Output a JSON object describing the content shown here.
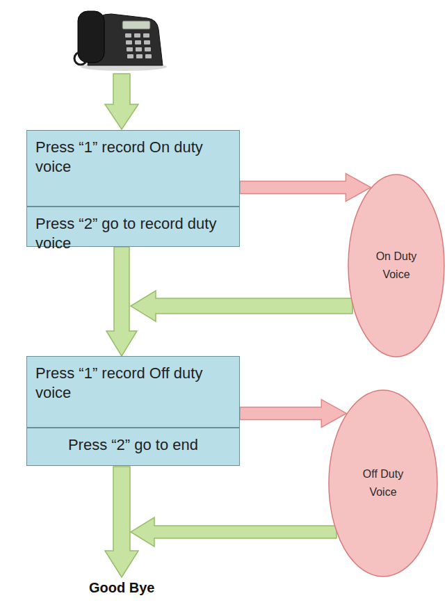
{
  "diagram": {
    "nodes": [
      {
        "text": [
          "Press “1” record On duty voice"
        ]
      },
      {
        "text": [
          "Press “2” go to record duty voice"
        ]
      },
      {
        "text": [
          "On Duty Voice"
        ]
      },
      {
        "text": [
          "Press “1” record Off duty voice"
        ]
      },
      {
        "text": [
          "Press “2” go to end"
        ]
      },
      {
        "text": [
          "Off Duty Voice"
        ]
      }
    ],
    "edges": [
      {
        "from": 0,
        "to": 2,
        "arrow": "to"
      },
      {
        "from": 2,
        "to": 3,
        "arrow": "to"
      },
      {
        "from": 1,
        "to": 3,
        "arrow": "to"
      },
      {
        "from": 3,
        "to": 5,
        "arrow": "to"
      }
    ],
    "labels": [
      "Good Bye"
    ]
  }
}
